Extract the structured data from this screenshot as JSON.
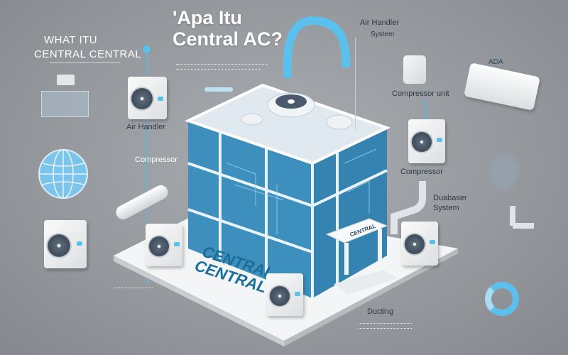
{
  "header": {
    "title_line1": "'Apa Itu",
    "title_line2": "Central AC?"
  },
  "left_heading": {
    "line1": "WHAT ITU",
    "line2": "CENTRAL CENTRAL"
  },
  "labels": {
    "air_handler_left": "Air Handler",
    "compressor_left": "Compressor",
    "air_handler_system_1": "Air Handler",
    "air_handler_system_2": "System",
    "compressor_unit": "Compressor unit",
    "ada": "ADA",
    "compressor_right": "Compressor",
    "duabaser_1": "Duabaser",
    "duabaser_2": "System",
    "ducting": "Ducting"
  },
  "building": {
    "sign_line1": "CENTRAL",
    "sign_line2": "CENTRAL",
    "porch_sign": "CENTRAL"
  },
  "colors": {
    "accent": "#57b6e6",
    "glass": "#2f7fa8",
    "brand_text": "#1b6e98"
  }
}
